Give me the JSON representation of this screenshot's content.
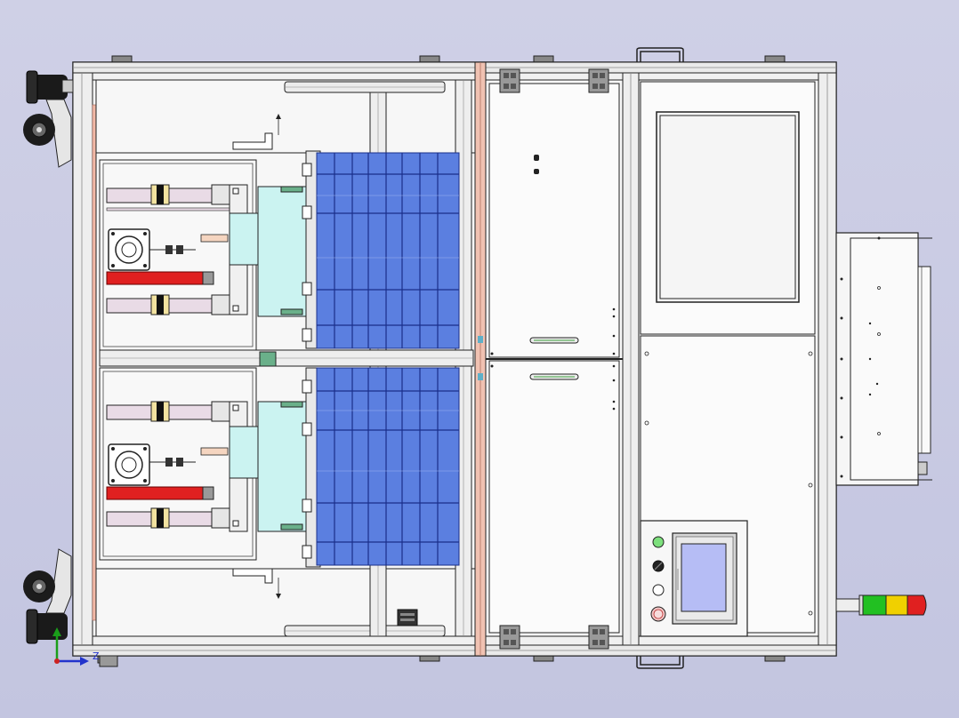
{
  "view": {
    "background_color": "#c8c9e2",
    "frame_color": "#f4f4f4",
    "line_color": "#222222"
  },
  "axis_triad": {
    "axis_label": "Z",
    "colors": {
      "y": "#1a9e1a",
      "z": "#2233cc",
      "origin": "#cc2222"
    }
  },
  "components": {
    "left_bay": {
      "mechanisms": 2,
      "arm_color": "#e02020"
    },
    "conveyor": {
      "belt_color": "#5b7fe0",
      "sections": 2
    },
    "hmi_display": {
      "screen_color": "#b6bdf5"
    },
    "control_panel": {
      "buttons": [
        "green-lamp",
        "black-switch",
        "white-button",
        "red-stop-button"
      ]
    },
    "signal_tower": {
      "colors": [
        "#22c022",
        "#f0d000",
        "#e02020"
      ]
    }
  }
}
